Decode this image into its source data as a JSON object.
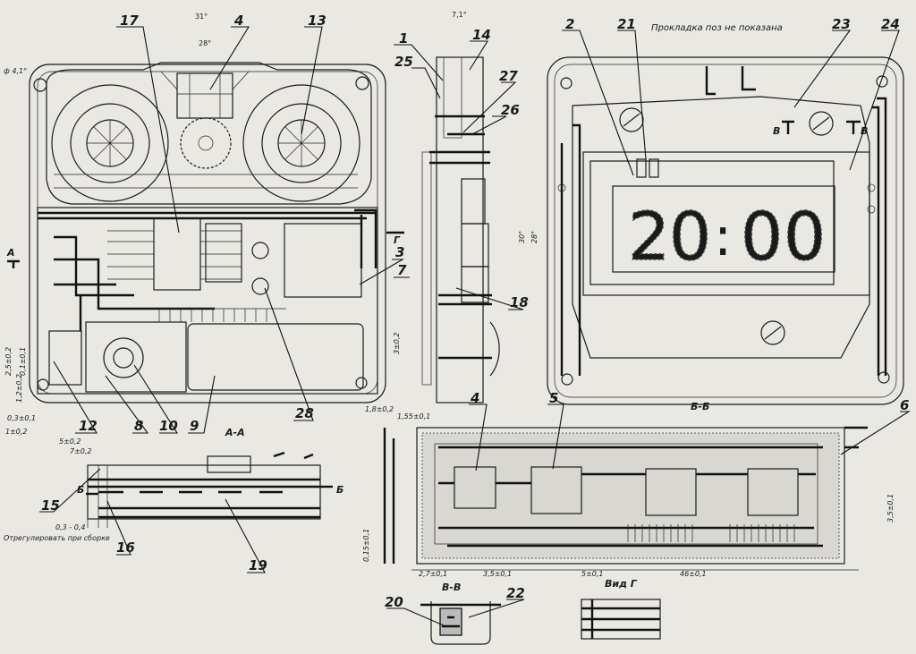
{
  "header": {
    "note": "Прокладка поз  не показана",
    "angles": [
      "31°",
      "28°",
      "7,1°",
      "30°",
      "28°"
    ]
  },
  "display": {
    "digits": [
      "2",
      "0",
      "0",
      "0"
    ],
    "separator": ":"
  },
  "callouts": [
    "17",
    "4",
    "13",
    "1",
    "14",
    "25",
    "27",
    "26",
    "2",
    "21",
    "23",
    "24",
    "3",
    "7",
    "18",
    "12",
    "8",
    "10",
    "9",
    "28",
    "15",
    "16",
    "19",
    "4",
    "5",
    "6",
    "20",
    "22"
  ],
  "views": {
    "aa": "А-А",
    "bb": "Б-Б",
    "vv": "В-В",
    "vg": "Вид Г",
    "a": "А",
    "b_left": "Б",
    "b_right": "Б",
    "v_left": "В",
    "v_right": "В",
    "g": "Г"
  },
  "dimensions": {
    "d_phi": "ф 4,1°",
    "d_25": "2,5±0,2",
    "d_06": "0,1±0,1",
    "d_12": "1,2±0,2",
    "d_03": "0,3±0,1",
    "d_1": "1±0,2",
    "d_5": "5±0,2",
    "d_7": "7±0,2",
    "d_0304": "0,3 - 0,4",
    "note_bottom": "Отрегулировать при сборке",
    "d_3": "3±0,2",
    "d_18": "1,8±0,2",
    "d_155": "1,55±0,1",
    "d_35": "3,5±0,1",
    "d_015": "0,15±0,1",
    "d_27": "2,7±0,1",
    "d_35b": "3,5±0,1",
    "d_5b": "5±0,1",
    "d_46": "46±0,1"
  }
}
